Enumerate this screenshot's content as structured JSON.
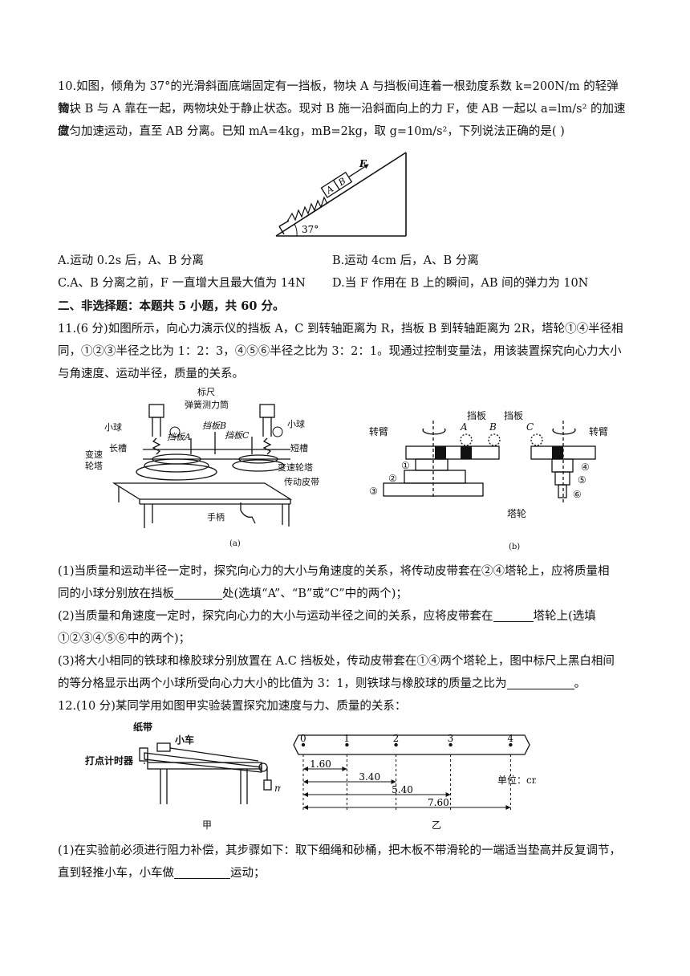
{
  "q10": {
    "line1": "10.如图，倾角为 37°的光滑斜面底端固定有一挡板，物块 A 与挡板间连着一根劲度系数 k=200N/m 的轻弹簧，",
    "line2": "物块 B 与 A 靠在一起，两物块处于静止状态。现对 B 施一沿斜面向上的力 F，使 AB 一起以 a=lm/s² 的加速度",
    "line3": "做匀加速运动，直至 AB 分离。已知 mA=4kg，mB=2kg，取 g=10m/s²，下列说法正确的是(        )",
    "figure": {
      "label_F": "F",
      "label_A": "A",
      "label_B": "B",
      "angle": "37°"
    },
    "optA": "A.运动 0.2s 后，A、B 分离",
    "optB": "B.运动 4cm 后，A、B 分离",
    "optC": "C.A、B 分离之前，F 一直增大且最大值为 14N",
    "optD": "D.当 F 作用在 B 上的瞬间，AB 间的弹力为 10N"
  },
  "section2": "二、非选择题：本题共 5 小题，共 60 分。",
  "q11": {
    "line1": "11.(6 分)如图所示，向心力演示仪的挡板 A，C 到转轴距离为 R，挡板 B 到转轴距离为 2R，塔轮①④半径相",
    "line2": "同，①②③半径之比为 1：2：3，④⑤⑥半径之比为 3：2：1。现通过控制变量法，用该装置探究向心力大小",
    "line3": "与角速度、运动半径，质量的关系。",
    "fig_a": {
      "biaochi": "标尺",
      "tanhuang": "弹簧测力筒",
      "xiaoqiu_l": "小球",
      "xiaoqiu_r": "小球",
      "dangban_a": "挡板A",
      "dangban_b": "挡板B",
      "dangban_c": "挡板C",
      "changcao": "长槽",
      "duancao": "短槽",
      "biansu_l1": "变速",
      "biansu_l2": "轮塔",
      "biansu_r": "变速轮塔",
      "chuandong": "传动皮带",
      "shoubing": "手柄",
      "caption": "(a)"
    },
    "fig_b": {
      "zhuanbi_l": "转臂",
      "zhuanbi_r": "转臂",
      "dangban1": "挡板",
      "dangban2": "挡板",
      "A": "A",
      "B": "B",
      "C": "C",
      "n1": "①",
      "n2": "②",
      "n3": "③",
      "n4": "④",
      "n5": "⑤",
      "n6": "⑥",
      "talun": "塔轮",
      "caption": "(b)"
    },
    "s1a": "(1)当质量和运动半径一定时，探究向心力的大小与角速度的关系，将传动皮带套在②④塔轮上，应将质量相",
    "s1b_pre": "同的小球分别放在挡板",
    "s1b_post": "处(选填“A”、“B”或“C”中的两个)；",
    "s2a_pre": "(2)当质量和角速度一定时，探究向心力的大小与运动半径之间的关系，应将皮带套在",
    "s2a_post": "塔轮上(选填",
    "s2b": "①②③④⑤⑥中的两个)；",
    "s3a": "(3)将大小相同的铁球和橡胶球分别放置在 A.C 挡板处，传动皮带套在①④两个塔轮上，图中标尺上黑白相间",
    "s3b_pre": "的等分格显示出两个小球所受向心力大小的比值为 3：1，则铁球与橡胶球的质量之比为",
    "s3b_post": "。"
  },
  "q12": {
    "line1": "12.(10 分)某同学用如图甲实验装置探究加速度与力、质量的关系：",
    "fig_jia": {
      "zhidai": "纸带",
      "xiaoche": "小车",
      "dadian": "打点计时器",
      "m": "m",
      "caption": "甲"
    },
    "fig_yi": {
      "points": [
        "0",
        "1",
        "2",
        "3",
        "4"
      ],
      "distances": [
        "1.60",
        "3.40",
        "5.40",
        "7.60"
      ],
      "unit": "单位：cm",
      "caption": "乙"
    },
    "s1a": "(1)在实验前必须进行阻力补偿，其步骤如下：取下细绳和砂桶，把木板不带滑轮的一端适当垫高并反复调节，",
    "s1b_pre": "直到轻推小车，小车做",
    "s1b_post": "运动；"
  }
}
